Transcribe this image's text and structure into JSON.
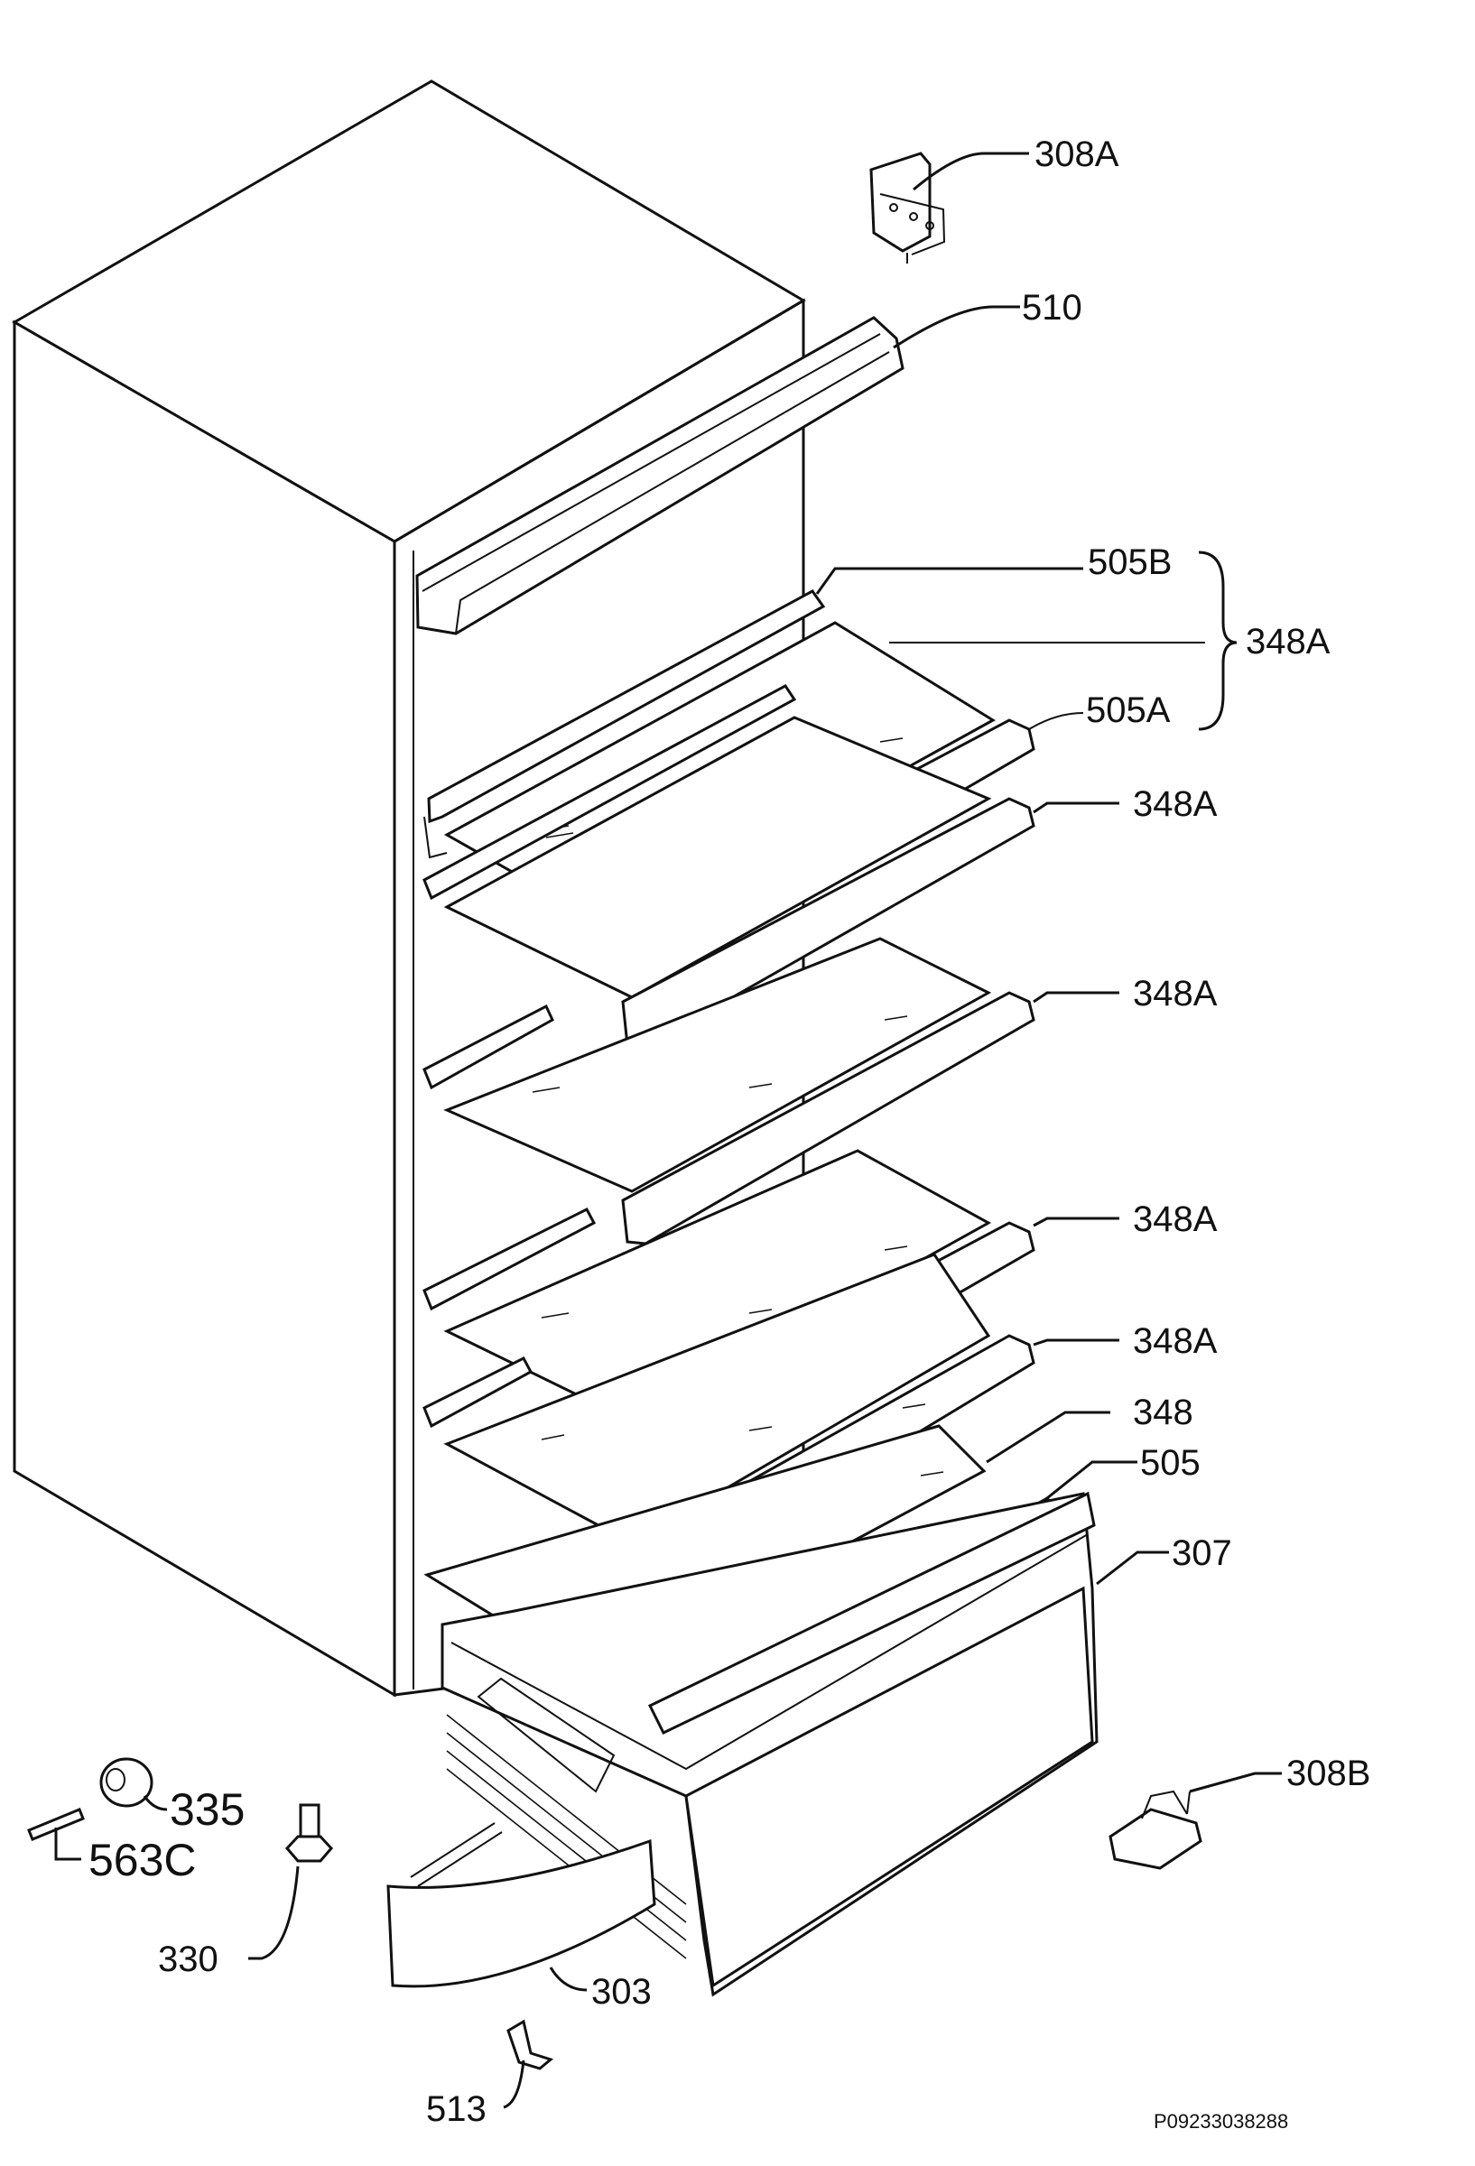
{
  "labels": {
    "hinge_top": "308A",
    "door_handle_top": "510",
    "shelf_rear_trim": "505B",
    "shelf_assembly_bracket": "348A",
    "shelf_front_trim": "505A",
    "shelf_1": "348A",
    "shelf_2": "348A",
    "shelf_3": "348A",
    "shelf_4": "348A",
    "bottom_shelf": "348",
    "bottom_trim": "505",
    "crisper_drawer": "307",
    "hinge_bottom": "308B",
    "spacer": "335",
    "pin": "563C",
    "adjustable_foot": "330",
    "plinth": "303",
    "clip": "513"
  },
  "drawing_code": "P09233038288"
}
